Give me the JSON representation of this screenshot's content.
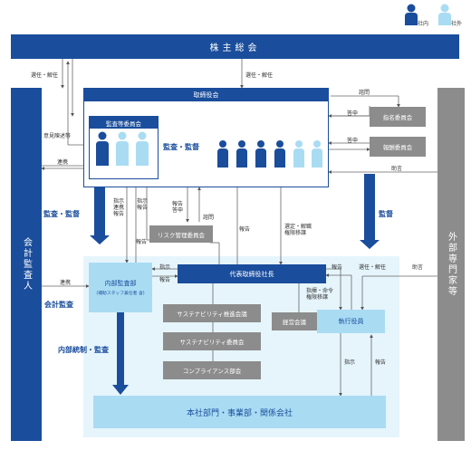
{
  "legend": {
    "internal": "社内",
    "external": "社外"
  },
  "boxes": {
    "shareholders": "株主総会",
    "board": "取締役会",
    "audit_committee": "監査等委員会",
    "nomination": "指名委員会",
    "compensation": "報酬委員会",
    "auditor": "会計監査人",
    "external_experts": "外部専門家等",
    "risk": "リスク管理委員会",
    "ceo": "代表取締役社長",
    "internal_audit": "内部監査部",
    "internal_audit_sub": "(補助スタッフ兼任者 含)",
    "sustainability_promo": "サステナビリティ推進会議",
    "sustainability_comm": "サステナビリティ委員会",
    "compliance": "コンプライアンス部会",
    "management": "経営会議",
    "officers": "執行役員",
    "hq": "本社部門・事業部・関係会社"
  },
  "labels": {
    "elect1": "選任・解任",
    "elect2": "選任・解任",
    "opinion": "意見陳述等",
    "cooperation1": "連携",
    "cooperation2": "連携",
    "audit_supervise1": "監査・監督",
    "audit_supervise2": "監査・監督",
    "audit_right": "監督",
    "consult": "諮問",
    "report_nom": "答申",
    "report_comp": "答申",
    "advice1": "助言",
    "advice2": "助言",
    "instr_coop": "指示\n連携\n報告",
    "instr_report": "指示\n報告",
    "report_a": "報告",
    "report_ans": "報告\n答申",
    "consult2": "諮問",
    "report_b": "報告",
    "appoint_transfer": "選定・解職\n権限移譲",
    "instruct1": "指示",
    "report_c": "報告",
    "report_d": "報告",
    "instruct_order": "指揮・命令\n権限移譲",
    "elect3": "選任・解任",
    "accounting_audit": "会計監査",
    "internal_control": "内部統制・監査",
    "instruct2": "指示",
    "report_e": "報告"
  },
  "colors": {
    "dark_blue": "#1a4d9c",
    "light_blue": "#a9dcf3",
    "gray": "#8c8c8c",
    "pale_blue": "#e6f5fc"
  }
}
